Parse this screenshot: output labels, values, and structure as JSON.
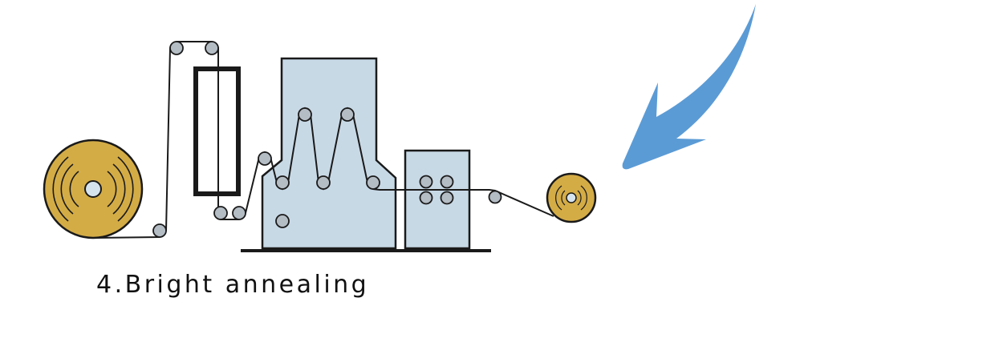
{
  "caption": "4.Bright annealing",
  "colors": {
    "reel": "#d4ac46",
    "machine": "#c8d9e6",
    "roller": "#b4bcc4",
    "line": "#1a1a1a",
    "arrow": "#5b9bd5"
  },
  "components": [
    "payoff-reel",
    "guide-rollers",
    "cleaning-frame",
    "annealing-furnace",
    "pinch-roller-unit",
    "takeup-reel",
    "direction-arrow"
  ]
}
